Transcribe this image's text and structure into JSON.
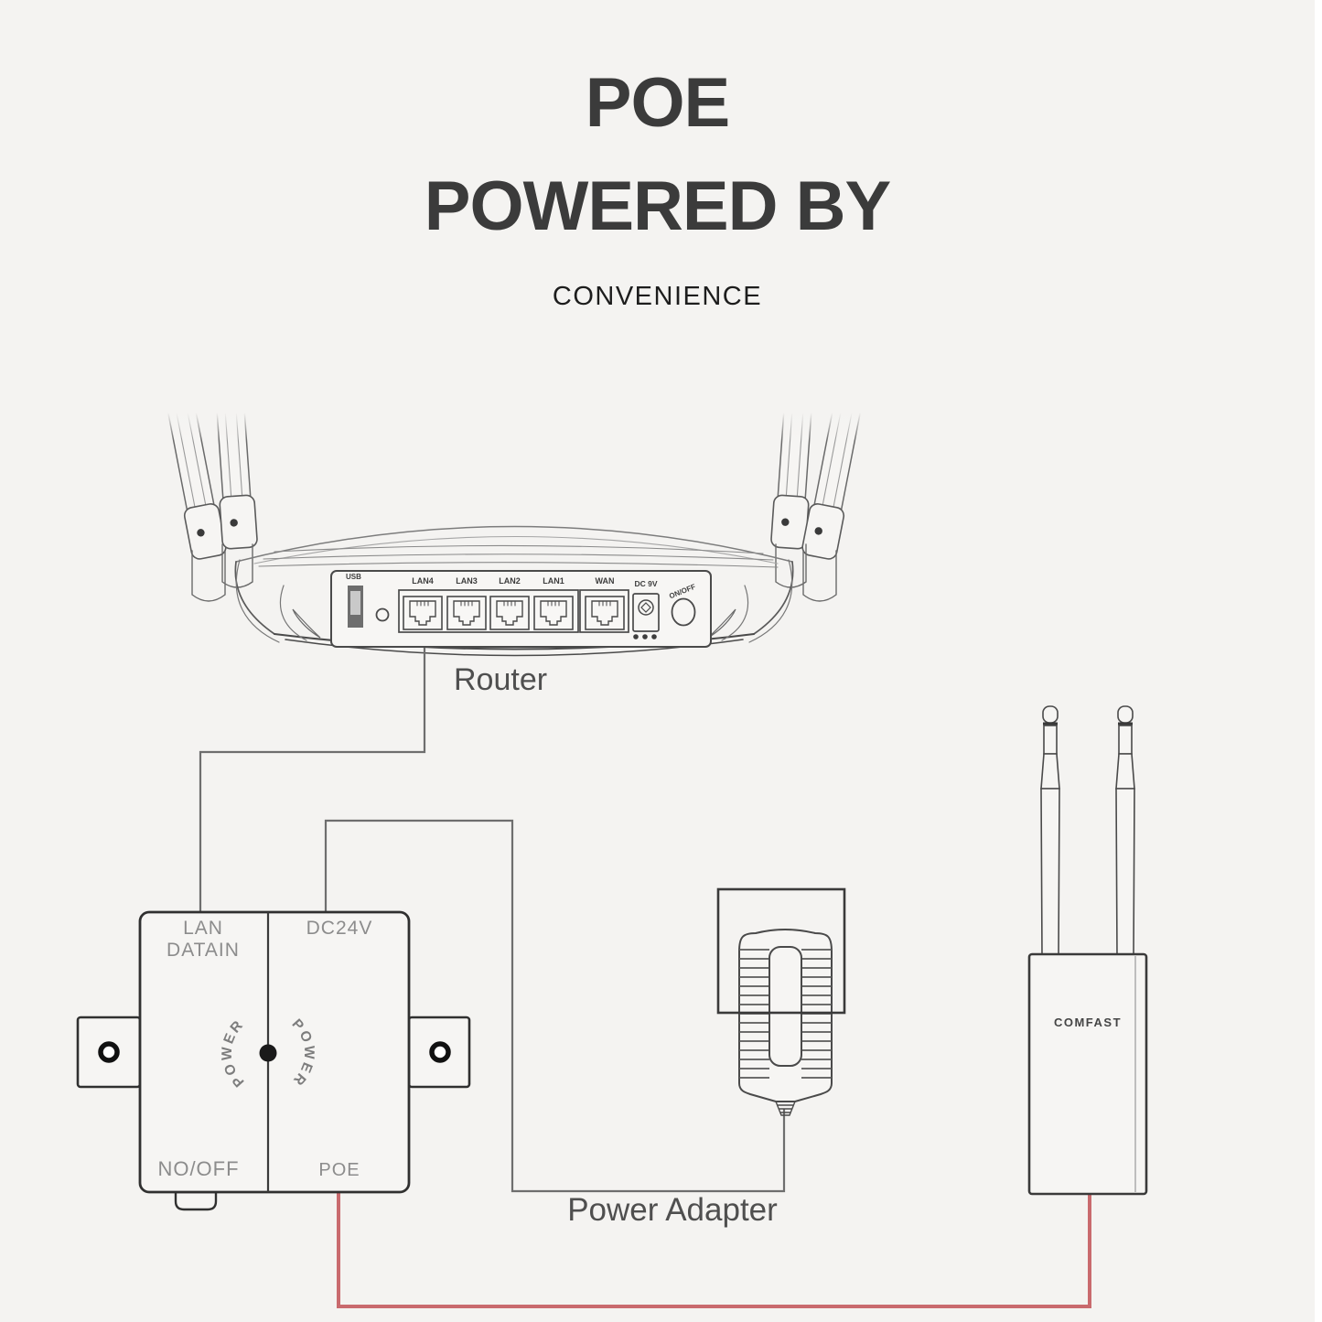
{
  "title": {
    "line1": "POE",
    "line2": "POWERED BY",
    "subtitle": "CONVENIENCE"
  },
  "router": {
    "label": "Router",
    "ports": {
      "usb": "USB",
      "lan4": "LAN4",
      "lan3": "LAN3",
      "lan2": "LAN2",
      "lan1": "LAN1",
      "wan": "WAN",
      "dc_power": "DC 9V",
      "on_off": "ON/OFF"
    }
  },
  "poe_injector": {
    "lan_data_in_line1": "LAN",
    "lan_data_in_line2": "DATAIN",
    "dc_input": "DC24V",
    "switch": "NO/OFF",
    "poe_output": "POE",
    "power_left": "POWER",
    "power_right": "POWER"
  },
  "power_adapter": {
    "label": "Power Adapter"
  },
  "access_point": {
    "brand": "COMFAST"
  },
  "colors": {
    "background": "#f4f3f1",
    "heading": "#3b3b3b",
    "line_art": "#555555",
    "device_outline": "#303030",
    "cable_gray": "#6e6e6e",
    "cable_red": "#c96a6e",
    "label_gray": "#8c8c8c"
  }
}
